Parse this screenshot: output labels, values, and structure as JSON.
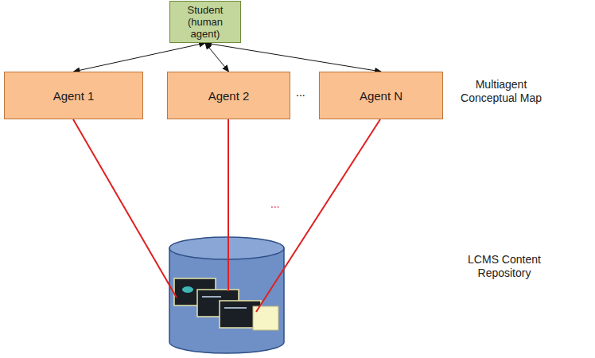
{
  "diagram": {
    "nodes": [
      {
        "text": [
          "Student (human agent)"
        ]
      },
      {
        "text": [
          "Agent 1"
        ]
      },
      {
        "text": [
          "Agent 2"
        ]
      },
      {
        "text": [
          "Agent N"
        ]
      }
    ],
    "edges": [
      {
        "from": 0,
        "to": 1,
        "arrow": "both"
      },
      {
        "from": 0,
        "to": 2,
        "arrow": "both"
      },
      {
        "from": 0,
        "to": 3,
        "arrow": "both"
      }
    ],
    "labels": [
      "Multiagent Conceptual Map",
      "LCMS Content Repository",
      "...",
      "..."
    ]
  }
}
